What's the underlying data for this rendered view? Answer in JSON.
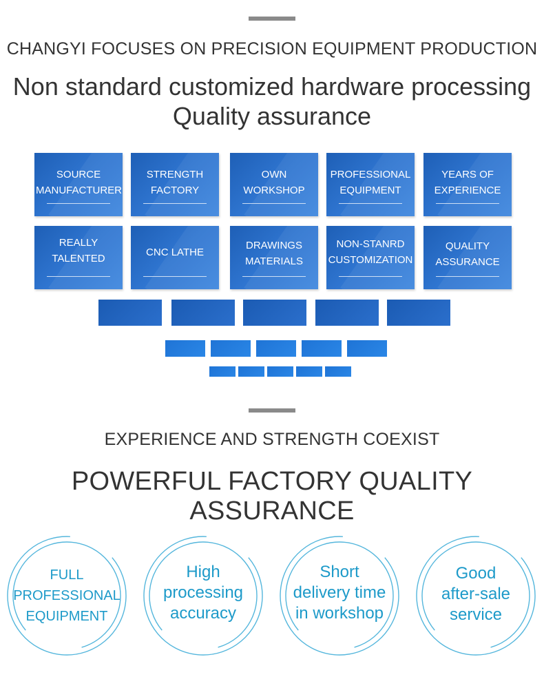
{
  "section1": {
    "kicker": "CHANGYI FOCUSES ON PRECISION EQUIPMENT PRODUCTION",
    "headline_line1": "Non standard customized hardware processing",
    "headline_line2": "Quality assurance"
  },
  "tiles_row1": [
    {
      "line1": "SOURCE",
      "line2": "MANUFACTURER"
    },
    {
      "line1": "STRENGTH",
      "line2": "FACTORY"
    },
    {
      "line1": "OWN",
      "line2": "WORKSHOP"
    },
    {
      "line1": "PROFESSIONAL",
      "line2": "EQUIPMENT"
    },
    {
      "line1": "YEARS OF",
      "line2": "EXPERIENCE"
    }
  ],
  "tiles_row2": [
    {
      "line1": "REALLY",
      "line2": "TALENTED"
    },
    {
      "line1": "CNC LATHE",
      "line2": ""
    },
    {
      "line1": "DRAWINGS",
      "line2": "MATERIALS"
    },
    {
      "line1": "NON-STANRD",
      "line2": "CUSTOMIZATION"
    },
    {
      "line1": "QUALITY",
      "line2": "ASSURANCE"
    }
  ],
  "section2": {
    "kicker": "EXPERIENCE AND STRENGTH COEXIST",
    "headline": "POWERFUL FACTORY QUALITY ASSURANCE"
  },
  "circles": [
    {
      "line1": "FULL",
      "line2": "PROFESSIONAL",
      "line3": "EQUIPMENT"
    },
    {
      "line1": "High",
      "line2": "processing",
      "line3": "accuracy"
    },
    {
      "line1": "Short",
      "line2": "delivery time",
      "line3": "in workshop"
    },
    {
      "line1": "Good",
      "line2": "after-sale",
      "line3": "service"
    }
  ],
  "colors": {
    "tile_blue": "#2f75d0",
    "circle_text": "#1d9ac9",
    "ring": "#54b6dc",
    "divider": "#8a8a8a"
  }
}
